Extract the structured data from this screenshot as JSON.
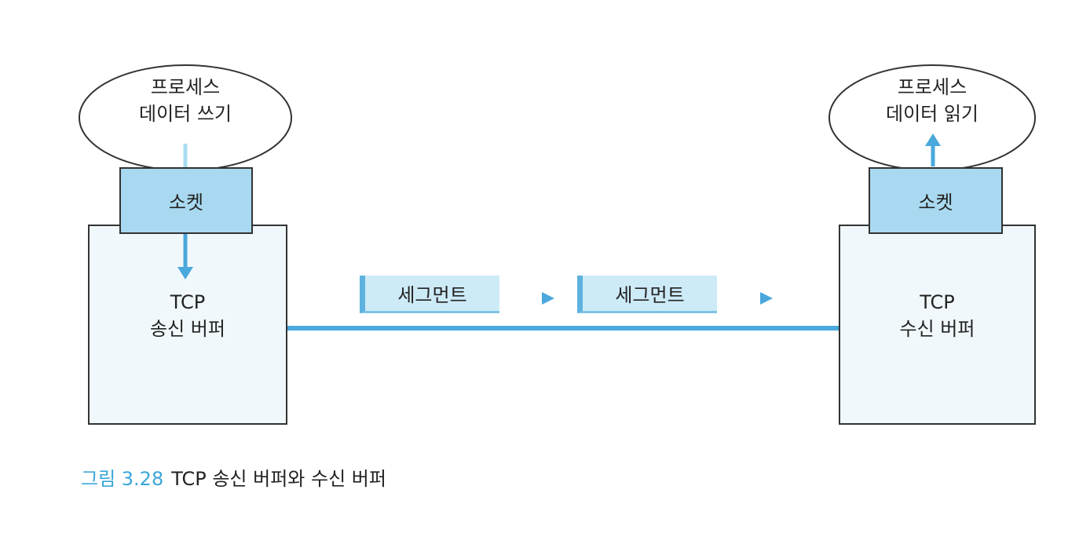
{
  "sender": {
    "process_title": "프로세스",
    "process_action": "데이터 쓰기",
    "socket": "소켓",
    "buffer_line1": "TCP",
    "buffer_line2": "송신 버퍼"
  },
  "receiver": {
    "process_title": "프로세스",
    "process_action": "데이터 읽기",
    "socket": "소켓",
    "buffer_line1": "TCP",
    "buffer_line2": "수신 버퍼"
  },
  "segments": [
    "세그먼트",
    "세그먼트"
  ],
  "caption": {
    "label": "그림 3.28",
    "text": "TCP 송신 버퍼와 수신 버퍼"
  },
  "colors": {
    "accent": "#4aa8dc",
    "socket": "#a9d9f0",
    "caption": "#3aa6d8"
  }
}
